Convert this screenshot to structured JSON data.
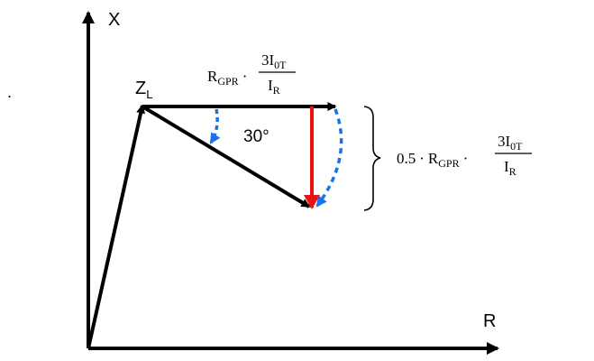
{
  "axes": {
    "x_label": "X",
    "r_label": "R"
  },
  "stray_mark": ".",
  "zl": {
    "main": "Z",
    "sub": "L"
  },
  "angle_label": "30°",
  "top_formula": {
    "r": "R",
    "r_sub": "GPR",
    "dot": "·",
    "num": "3I",
    "num_sub": "0T",
    "den": "I",
    "den_sub": "R"
  },
  "side_formula": {
    "coef": "0.5",
    "dot1": "·",
    "r": "R",
    "r_sub": "GPR",
    "dot2": "·",
    "num": "3I",
    "num_sub": "0T",
    "den": "I",
    "den_sub": "R"
  },
  "colors": {
    "vector": "#000000",
    "red_vector": "#ee1111",
    "rotation_arc": "#1a73e8"
  }
}
